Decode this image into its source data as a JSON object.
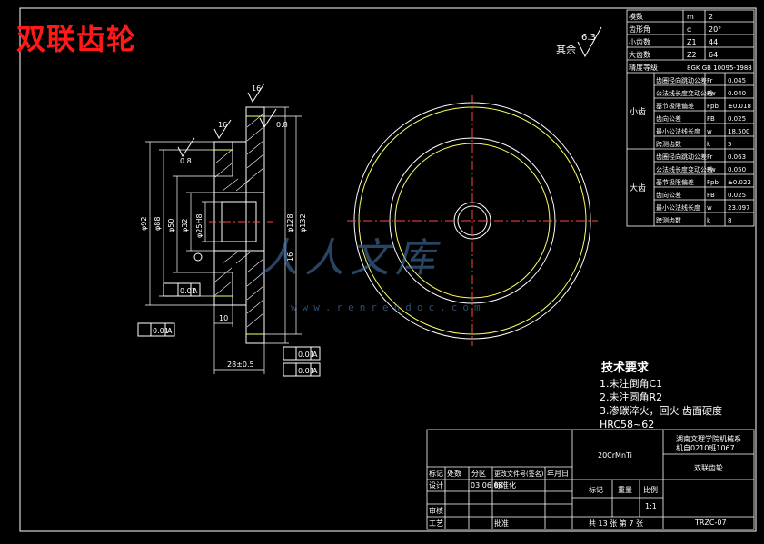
{
  "header": {
    "title": "双联齿轮"
  },
  "roughness": {
    "label": "其余",
    "value": "6.3"
  },
  "watermark": {
    "text": "人人文库",
    "url": "www.renrendoc.com"
  },
  "params_table": {
    "rows": [
      [
        "模数",
        "m",
        "2"
      ],
      [
        "齿形角",
        "α",
        "20°"
      ],
      [
        "小齿数",
        "Z1",
        "44"
      ],
      [
        "大齿数",
        "Z2",
        "64"
      ],
      [
        "精度等级",
        "",
        "8GK GB 10095-1988"
      ]
    ],
    "small_label": "小齿",
    "small_rows": [
      [
        "齿圈径向跳动公差",
        "Fr",
        "0.045"
      ],
      [
        "公法线长度变动公差",
        "Fw",
        "0.040"
      ],
      [
        "基节极限偏差",
        "Fpb",
        "±0.018"
      ],
      [
        "齿向公差",
        "FB",
        "0.025"
      ],
      [
        "最小公法线长度",
        "w",
        "18.500"
      ],
      [
        "跨测齿数",
        "k",
        "5"
      ]
    ],
    "big_label": "大齿",
    "big_rows": [
      [
        "齿圈径向跳动公差",
        "Fr",
        "0.063"
      ],
      [
        "公法线长度变动公差",
        "Fw",
        "0.050"
      ],
      [
        "基节极限偏差",
        "Fpb",
        "±0.022"
      ],
      [
        "齿向公差",
        "FB",
        "0.025"
      ],
      [
        "最小公法线长度",
        "w",
        "23.097"
      ],
      [
        "跨测齿数",
        "k",
        "8"
      ]
    ]
  },
  "tech_requirements": {
    "heading": "技术要求",
    "items": [
      "1.未注倒角C1",
      "2.未注圆角R2",
      "3.渗碳淬火，回火 齿面硬度HRC58~62"
    ]
  },
  "title_block": {
    "material": "20CrMnTi",
    "school": "湖南文理学院机械系",
    "class": "机自0210班1067",
    "part_name": "双联齿轮",
    "drawing_no": "TRZC-07",
    "scale": "1:1",
    "sheets": "共 13 张  第 7 张",
    "headers": [
      "标记",
      "处数",
      "分区",
      "更改文件号(签名)",
      "年月日"
    ],
    "design": "设计",
    "design_date": "03.06.08",
    "std": "标准化",
    "marks": "标记",
    "weight": "重量",
    "ratio": "比例",
    "review": "审核",
    "process": "工艺",
    "approve": "批准"
  },
  "dimensions": {
    "d92": "φ92",
    "d88": "φ88",
    "d50": "φ50",
    "d32": "φ32",
    "d25": "φ25H8",
    "d128": "φ128",
    "d132": "φ132",
    "w10": "10",
    "w28": "28±0.5",
    "r16a": "16",
    "r16b": "16",
    "r16c": "16",
    "r08a": "0.8",
    "r08b": "0.8",
    "t1": "0.01",
    "t2": "0.01",
    "t3": "0.01",
    "t4": "0.01",
    "ref": "A"
  }
}
